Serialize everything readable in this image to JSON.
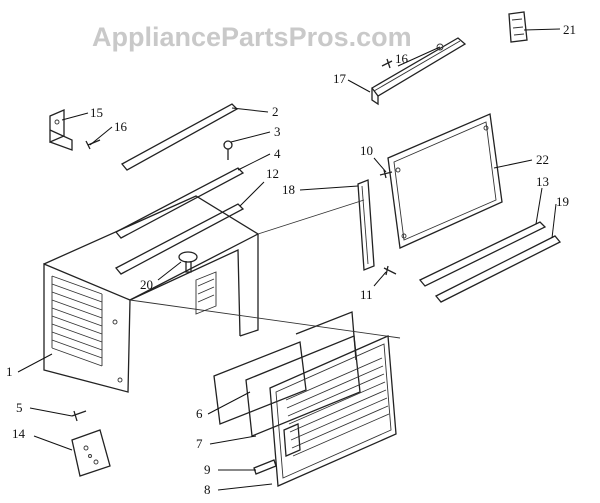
{
  "watermark": "AppliancePartsPros.com",
  "labels": {
    "p1": "1",
    "p2": "2",
    "p3": "3",
    "p4": "4",
    "p5": "5",
    "p6": "6",
    "p7": "7",
    "p8": "8",
    "p9": "9",
    "p10": "10",
    "p11": "11",
    "p12": "12",
    "p13": "13",
    "p14": "14",
    "p15": "15",
    "p16a": "16",
    "p16b": "16",
    "p17": "17",
    "p18": "18",
    "p19": "19",
    "p20": "20",
    "p21": "21",
    "p22": "22"
  }
}
